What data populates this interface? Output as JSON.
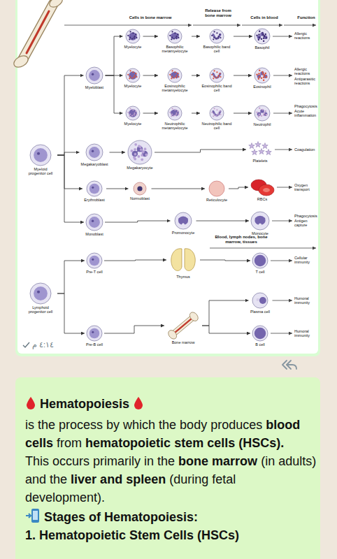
{
  "diagram": {
    "title": "Hematopoiesis",
    "nodes": [
      {
        "text": [
          "Myelocyte"
        ]
      },
      {
        "text": [
          "Basophilic metamyelocyte"
        ]
      },
      {
        "text": [
          "Basophilic band cell"
        ]
      },
      {
        "text": [
          "Basophil"
        ]
      },
      {
        "text": [
          "Myeloblast"
        ]
      },
      {
        "text": [
          "Myelocyte"
        ]
      },
      {
        "text": [
          "Eosinophilic metamyelocyte"
        ]
      },
      {
        "text": [
          "Eosinophilic band cell"
        ]
      },
      {
        "text": [
          "Eosinophil"
        ]
      },
      {
        "text": [
          "Myelocyte"
        ]
      },
      {
        "text": [
          "Neutrophilic metamyelocyte"
        ]
      },
      {
        "text": [
          "Neutrophilic band cell"
        ]
      },
      {
        "text": [
          "Neutrophil"
        ]
      },
      {
        "text": [
          "Myeloid progenitor cell"
        ]
      },
      {
        "text": [
          "Megakaryoblast"
        ]
      },
      {
        "text": [
          "Megakaryocyte"
        ]
      },
      {
        "text": [
          "Platelets"
        ]
      },
      {
        "text": [
          "Erythroblast"
        ]
      },
      {
        "text": [
          "Normoblast"
        ]
      },
      {
        "text": [
          "Reticulocyte"
        ]
      },
      {
        "text": [
          "RBCs"
        ]
      },
      {
        "text": [
          "Monoblast"
        ]
      },
      {
        "text": [
          "Promonocyte"
        ]
      },
      {
        "text": [
          "Monocyte"
        ]
      },
      {
        "text": [
          "Pre-T cell"
        ]
      },
      {
        "text": [
          "Thymus"
        ]
      },
      {
        "text": [
          "T cell"
        ]
      },
      {
        "text": [
          "Lymphoid progenitor cell"
        ]
      },
      {
        "text": [
          "Plasma cell"
        ]
      },
      {
        "text": [
          "Pre-B cell"
        ]
      },
      {
        "text": [
          "Bone marrow"
        ]
      },
      {
        "text": [
          "B cell"
        ]
      }
    ],
    "edges": [
      {
        "from": 0,
        "to": 1,
        "arrow": "to"
      },
      {
        "from": 1,
        "to": 2,
        "arrow": "to"
      },
      {
        "from": 2,
        "to": 3,
        "arrow": "to"
      },
      {
        "from": 4,
        "to": 0,
        "arrow": "to"
      },
      {
        "from": 4,
        "to": 5,
        "arrow": "to"
      },
      {
        "from": 4,
        "to": 9,
        "arrow": "to"
      },
      {
        "from": 5,
        "to": 6,
        "arrow": "to"
      },
      {
        "from": 6,
        "to": 7,
        "arrow": "to"
      },
      {
        "from": 7,
        "to": 8,
        "arrow": "to"
      },
      {
        "from": 9,
        "to": 10,
        "arrow": "to"
      },
      {
        "from": 10,
        "to": 11,
        "arrow": "to"
      },
      {
        "from": 11,
        "to": 12,
        "arrow": "to"
      },
      {
        "from": 13,
        "to": 4,
        "arrow": "to"
      },
      {
        "from": 13,
        "to": 14,
        "arrow": "to"
      },
      {
        "from": 13,
        "to": 17,
        "arrow": "to"
      },
      {
        "from": 13,
        "to": 21,
        "arrow": "to"
      },
      {
        "from": 14,
        "to": 15,
        "arrow": "to"
      },
      {
        "from": 15,
        "to": 16,
        "arrow": "to"
      },
      {
        "from": 17,
        "to": 18,
        "arrow": "to"
      },
      {
        "from": 18,
        "to": 19,
        "arrow": "to"
      },
      {
        "from": 19,
        "to": 20,
        "arrow": "to"
      },
      {
        "from": 21,
        "to": 22,
        "arrow": "to"
      },
      {
        "from": 22,
        "to": 23,
        "arrow": "to"
      },
      {
        "from": 27,
        "to": 24,
        "arrow": "to"
      },
      {
        "from": 27,
        "to": 29,
        "arrow": "to"
      },
      {
        "from": 24,
        "to": 25,
        "arrow": "to"
      },
      {
        "from": 25,
        "to": 26,
        "arrow": "to"
      },
      {
        "from": 29,
        "to": 30,
        "arrow": "to"
      },
      {
        "from": 30,
        "to": 28,
        "arrow": "to"
      },
      {
        "from": 30,
        "to": 31,
        "arrow": "to"
      }
    ],
    "labels": [
      "Cells in bone marrow",
      "Release from bone marrow",
      "Cells in blood",
      "Function",
      "Allergic reactions",
      "Allergic reactions",
      "Antiparasitic reactions",
      "Phagocytosis",
      "Acute inflammation",
      "Coagulation",
      "Oxygen transport",
      "Phagocytosis",
      "Antigen capture",
      "Blood, lymph nodes, bone marrow, tissues",
      "Cellular immunity",
      "Humoral immunity",
      "Humoral immunity",
      "٤:١٤ م",
      "is the process by which the body produces",
      "blood cells",
      "from",
      "hematopoietic stem cells (HSCs).",
      "This occurs primarily in the",
      "bone marrow",
      "(in adults) and the",
      "liver and spleen",
      "(during fetal development).",
      "Stages of Hematopoiesis:",
      "1. Hematopoietic Stem Cells (HSCs)"
    ]
  }
}
